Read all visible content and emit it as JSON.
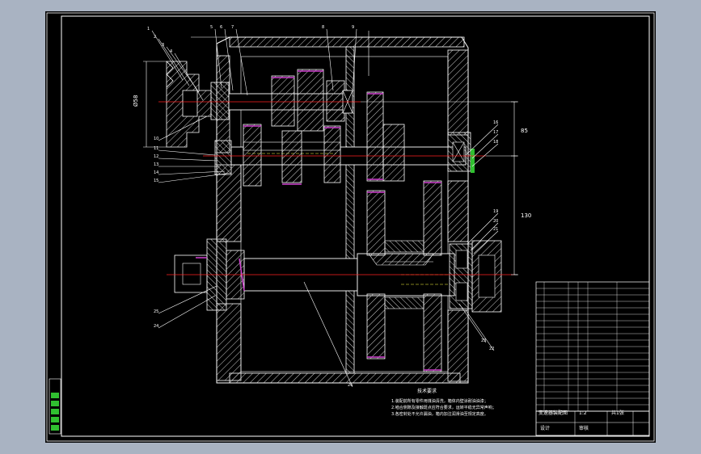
{
  "drawing": {
    "subject": "gear reducer assembly drawing",
    "colors": {
      "background": "#000000",
      "desktop": "#a9b3c2",
      "line": "#ffffff",
      "centerline": "#ff2020",
      "section": "#ffffff",
      "dim": "#ffffff",
      "hidden": "#ffff40",
      "accent": "#d040d0",
      "green": "#30c030"
    },
    "texts": {
      "tech_title": "技术要求",
      "tech_line1": "1.装配前所有零件用煤油清洗，箱体内壁涂耐油油漆；",
      "tech_line2": "2.啮合侧隙及接触斑点应符合要求，运转平稳无异常声响；",
      "tech_line3": "3.各密封处不允许漏油，箱内加注润滑油至规定高度。",
      "dim_center_upper": "85",
      "dim_center_lower": "130",
      "dim_left_height": "Ø58",
      "tb_name": "变速器装配图",
      "tb_scale": "1:2",
      "tb_sheet": "共1张",
      "tb_design": "设计",
      "tb_check": "审核"
    },
    "balloons": [
      "1",
      "2",
      "3",
      "4",
      "5",
      "6",
      "7",
      "8",
      "9",
      "10",
      "11",
      "12",
      "13",
      "14",
      "15",
      "16",
      "17",
      "18",
      "19",
      "20",
      "21",
      "22",
      "23",
      "24",
      "25",
      "26"
    ]
  }
}
